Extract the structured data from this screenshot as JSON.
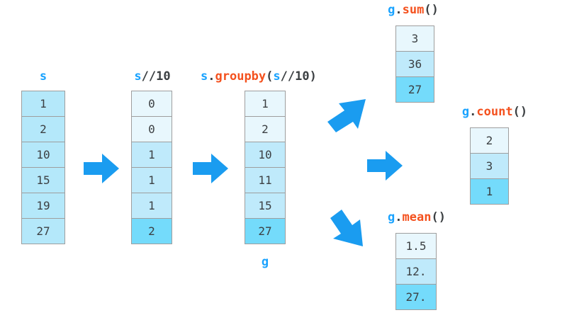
{
  "diagram": {
    "title_tokens_note": "pandas groupby split-apply-combine illustration",
    "accent_blue": "#1aa3ff",
    "accent_orange": "#f4511e",
    "shade_light": "#e8f7fd",
    "shade_mid": "#bfeafb",
    "shade_dark": "#74dbfb",
    "shade_flat": "#b4e8fa",
    "border": "#9e9e9e"
  },
  "series_s": {
    "label_tokens": [
      {
        "text": "s",
        "color": "blue"
      }
    ],
    "caption": "",
    "values": [
      "1",
      "2",
      "10",
      "15",
      "19",
      "27"
    ],
    "shades": [
      "flat",
      "flat",
      "flat",
      "flat",
      "flat",
      "flat"
    ]
  },
  "series_div": {
    "label_tokens": [
      {
        "text": "s",
        "color": "blue"
      },
      {
        "text": "//10",
        "color": "dark"
      }
    ],
    "caption": "",
    "values": [
      "0",
      "0",
      "1",
      "1",
      "1",
      "2"
    ],
    "shades": [
      "0",
      "0",
      "1",
      "1",
      "1",
      "2"
    ]
  },
  "series_groupby": {
    "label_tokens": [
      {
        "text": "s",
        "color": "blue"
      },
      {
        "text": ".",
        "color": "dark"
      },
      {
        "text": "groupby",
        "color": "orange"
      },
      {
        "text": "(",
        "color": "dark"
      },
      {
        "text": "s",
        "color": "blue"
      },
      {
        "text": "//10",
        "color": "dark"
      },
      {
        "text": ")",
        "color": "dark"
      }
    ],
    "caption_tokens": [
      {
        "text": "g",
        "color": "blue"
      }
    ],
    "values": [
      "1",
      "2",
      "10",
      "11",
      "15",
      "27"
    ],
    "shades": [
      "0",
      "0",
      "1",
      "1",
      "1",
      "2"
    ]
  },
  "result_sum": {
    "label_tokens": [
      {
        "text": "g",
        "color": "blue"
      },
      {
        "text": ".",
        "color": "dark"
      },
      {
        "text": "sum",
        "color": "orange"
      },
      {
        "text": "()",
        "color": "dark"
      }
    ],
    "values": [
      "3",
      "36",
      "27"
    ],
    "shades": [
      "0",
      "1",
      "2"
    ]
  },
  "result_count": {
    "label_tokens": [
      {
        "text": "g",
        "color": "blue"
      },
      {
        "text": ".",
        "color": "dark"
      },
      {
        "text": "count",
        "color": "orange"
      },
      {
        "text": "()",
        "color": "dark"
      }
    ],
    "values": [
      "2",
      "3",
      "1"
    ],
    "shades": [
      "0",
      "1",
      "2"
    ]
  },
  "result_mean": {
    "label_tokens": [
      {
        "text": "g",
        "color": "blue"
      },
      {
        "text": ".",
        "color": "dark"
      },
      {
        "text": "mean",
        "color": "orange"
      },
      {
        "text": "()",
        "color": "dark"
      }
    ],
    "values": [
      "1.5",
      "12.",
      "27."
    ],
    "shades": [
      "0",
      "1",
      "2"
    ]
  },
  "arrows": [
    {
      "name": "arrow-s-to-div",
      "direction": "right"
    },
    {
      "name": "arrow-div-to-groupby",
      "direction": "right"
    },
    {
      "name": "arrow-groupby-to-sum",
      "direction": "up-right"
    },
    {
      "name": "arrow-groupby-to-count",
      "direction": "right"
    },
    {
      "name": "arrow-groupby-to-mean",
      "direction": "down-right"
    }
  ]
}
